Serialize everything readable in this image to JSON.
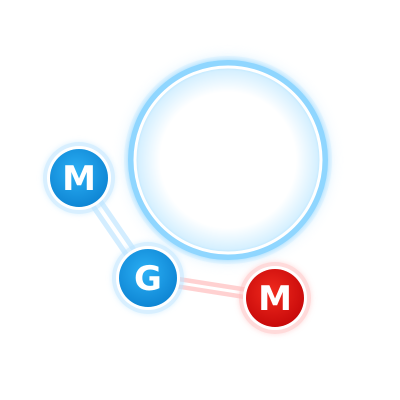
{
  "nodes": [
    {
      "id": "node-m-blue",
      "label": "M",
      "color": "#1a9ee6",
      "rim": "#7fd0ff"
    },
    {
      "id": "node-g-blue",
      "label": "G",
      "color": "#1a9ee6",
      "rim": "#7fd0ff"
    },
    {
      "id": "node-m-red",
      "label": "M",
      "color": "#e01212",
      "rim": "#ff8a8a"
    }
  ],
  "links": [
    {
      "from": "node-m-blue",
      "to": "node-g-blue",
      "color": "#66c6ff"
    },
    {
      "from": "node-g-blue",
      "to": "node-m-red",
      "color": "#ff6b6b"
    }
  ],
  "target_ring": {
    "color": "#8fd6ff",
    "empty": true
  }
}
